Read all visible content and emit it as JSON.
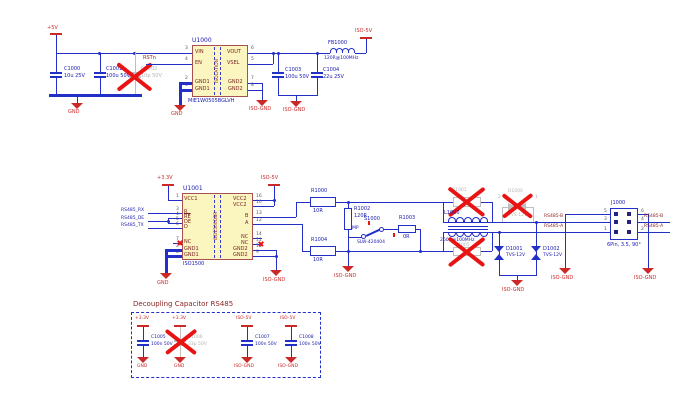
{
  "colors": {
    "wire": "#2230C8",
    "label_blue": "#1818AE",
    "pin_maroon": "#7A2020",
    "power_red": "#CC2828",
    "dnp_gray": "#B3B3B3",
    "chip_fill": "#FBF6C0",
    "chip_border": "#A85050",
    "x_red": "#E81414"
  },
  "top": {
    "p5v": "+5V",
    "c1000_ref": "C1000",
    "c1000_val": "10u 25V",
    "c1001_ref": "C1001",
    "c1001_val": "100u 50V",
    "c1002_ref": "C1002",
    "c1002_val": "10p 50V",
    "gnd_caps": "GND",
    "net_en": "RSTn",
    "u1000": {
      "ref": "U1000",
      "part": "MIE1W0505BGLVH",
      "center": "ISOLATION",
      "pins_left": [
        {
          "n": "3",
          "name": "VIN"
        },
        {
          "n": "4",
          "name": "EN"
        },
        {
          "n": "2",
          "name": "GND1"
        },
        {
          "n": "1",
          "name": "GND1"
        }
      ],
      "pins_right": [
        {
          "n": "6",
          "name": "VOUT"
        },
        {
          "n": "5",
          "name": "VSEL"
        },
        {
          "n": "7",
          "name": "GND2"
        },
        {
          "n": "8",
          "name": "GND2"
        }
      ]
    },
    "gnd_u": "GND",
    "isognd_u": "ISO-GND",
    "c1003_ref": "C1003",
    "c1003_val": "100u 50V",
    "c1004_ref": "C1004",
    "c1004_val": "22u 25V",
    "fb_ref": "FB1000",
    "fb_val": "120R@100MHz",
    "iso5v": "ISO-5V",
    "isognd_caps": "ISO-GND"
  },
  "mid": {
    "p33": "+3.3V",
    "iso5v": "ISO-5V",
    "u1001": {
      "ref": "U1001",
      "part": "ISO1500",
      "center": "ISO1500DBR",
      "pins_left": [
        {
          "n": "1",
          "name": "VCC1"
        },
        {
          "n": "3",
          "name": "R"
        },
        {
          "n": "4",
          "name": "RE"
        },
        {
          "n": "5",
          "name": "DE"
        },
        {
          "n": "6",
          "name": "D"
        },
        {
          "n": "7",
          "name": "NC"
        },
        {
          "n": "2",
          "name": "GND1"
        },
        {
          "n": "8",
          "name": "GND1"
        }
      ],
      "pins_right": [
        {
          "n": "16",
          "name": "VCC2"
        },
        {
          "n": "10",
          "name": "VCC2"
        },
        {
          "n": "13",
          "name": "B"
        },
        {
          "n": "12",
          "name": "A"
        },
        {
          "n": "14",
          "name": "NC"
        },
        {
          "n": "11",
          "name": "NC"
        },
        {
          "n": "15",
          "name": "GND2"
        },
        {
          "n": "9",
          "name": "GND2"
        }
      ]
    },
    "net_rx": "RS485_RX",
    "net_de": "RS485_DE",
    "net_tx": "RS485_TX",
    "gnd_u": "GND",
    "isognd_u": "ISO-GND",
    "r1000_ref": "R1000",
    "r1000_val": "10R",
    "r1002_ref": "R1002",
    "r1002_val": "120R",
    "r1004_ref": "R1004",
    "r1004_val": "10R",
    "s1000_ref": "S1000",
    "s1000_part": "SLW-420404",
    "s1000_mp": "MP",
    "r1003_ref": "R1003",
    "r1003_val": "0R",
    "isognd_term": "ISO-GND",
    "r1001_ref": "R1001",
    "r1001_val": "0R",
    "r1005_ref": "R1005",
    "r1005_val": "0R",
    "l1000_ref": "L1000",
    "l1000_val": "260R@100MHz",
    "d1000_ref": "D1000",
    "d1000_val": "TVS-12V",
    "d1000_p2": "2",
    "d1000_p1": "1",
    "d1001_ref": "D1001",
    "d1001_val": "TVS-12V",
    "d1002_ref": "D1002",
    "d1002_val": "TVS-12V",
    "isognd_tvs": "ISO-GND",
    "j1000": {
      "ref": "J1000",
      "desc": "6Pin, 3.5, 90°",
      "pins_left": [
        "5",
        "3",
        "1"
      ],
      "pins_right": [
        "6",
        "4",
        "2"
      ]
    },
    "netb_l": "RS485-B",
    "neta_l": "RS485-A",
    "netb_r": "RS485-B",
    "neta_r": "RS485-A",
    "isognd_j5": "ISO-GND",
    "isognd_j6": "ISO-GND"
  },
  "decoupling": {
    "title": "Decoupling Capacitor RS485",
    "caps": [
      {
        "ref": "C1005",
        "val": "100n 50V",
        "top": "+3.3V",
        "bot": "GND"
      },
      {
        "ref": "C1006",
        "val": "33p 50V",
        "top": "+3.3V",
        "bot": "GND"
      },
      {
        "ref": "C1007",
        "val": "100n 50V",
        "top": "ISO-5V",
        "bot": "ISO-GND"
      },
      {
        "ref": "C1008",
        "val": "100n 50V",
        "top": "ISO-5V",
        "bot": "ISO-GND"
      }
    ]
  }
}
